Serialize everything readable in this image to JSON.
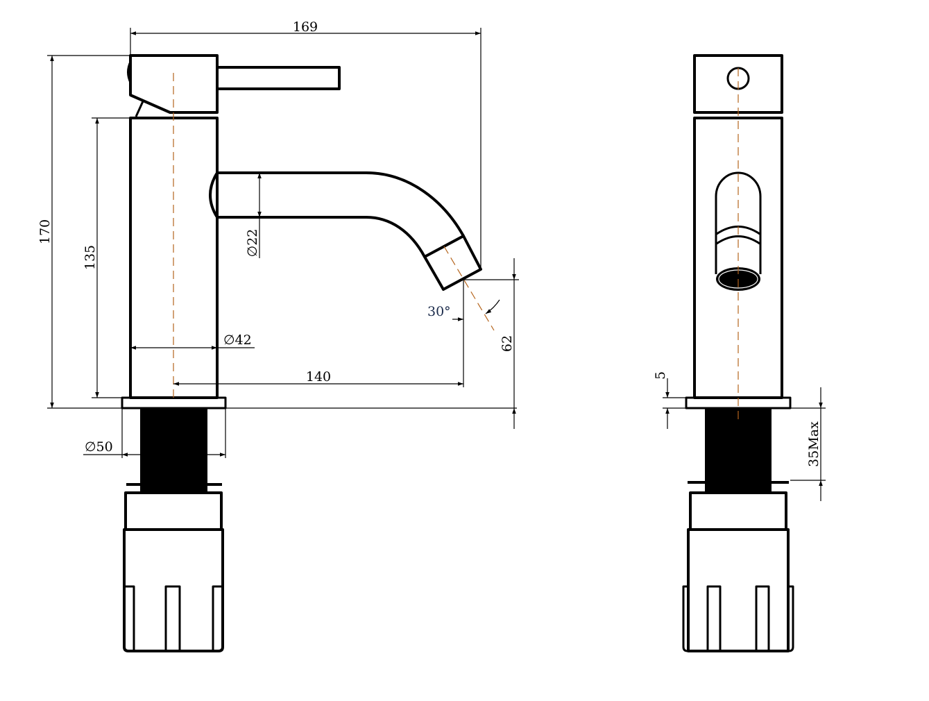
{
  "drawing": {
    "title": "Basin mixer tap technical drawing",
    "front_view": {
      "dimensions": {
        "overall_width": "169",
        "overall_height": "170",
        "body_height": "135",
        "spout_diameter": "∅22",
        "body_diameter": "∅42",
        "spout_reach": "140",
        "spout_angle": "30°",
        "spout_height": "62",
        "flange_diameter": "∅50"
      }
    },
    "side_view": {
      "dimensions": {
        "flange_thickness": "5",
        "max_deck_thickness": "35Max"
      }
    },
    "colors": {
      "line": "#000000",
      "centerline": "#b5651d"
    }
  }
}
